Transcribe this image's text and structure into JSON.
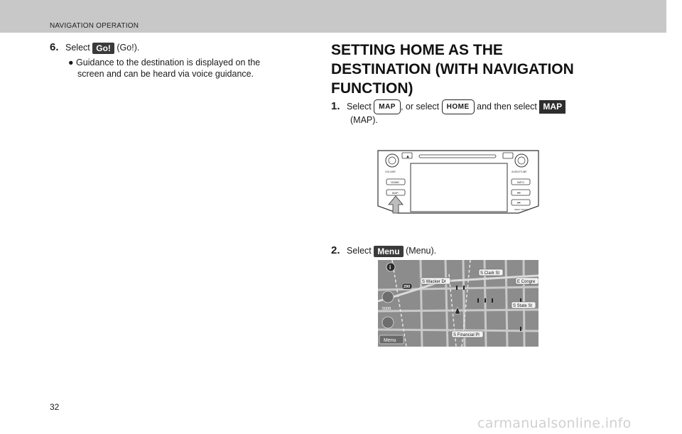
{
  "header": {
    "section": "NAVIGATION OPERATION"
  },
  "left": {
    "step6": {
      "number": "6.",
      "prefix": "Select",
      "button": "Go!",
      "suffix": "(Go!)."
    },
    "bullet": {
      "marker": "●",
      "line1": "Guidance to the destination is displayed on the",
      "line2": "screen and can be heard via voice guidance."
    }
  },
  "right": {
    "title_lines": [
      "SETTING HOME AS THE",
      "DESTINATION (WITH NAVIGATION",
      "FUNCTION)"
    ],
    "step1": {
      "number": "1.",
      "part1": "Select",
      "button_map": "MAP",
      "part2": ", or select",
      "button_home": "HOME",
      "part3": "and then select",
      "button_map_fill": "MAP",
      "line2": "(MAP)."
    },
    "step2": {
      "number": "2.",
      "prefix": "Select",
      "button": "Menu",
      "suffix": "(Menu)."
    }
  },
  "head_unit": {
    "volume_label": "VOLUME",
    "audio_label": "AUDIO/TUNE",
    "home_button": "HOME",
    "map_button": "MAP",
    "info_button": "INFO",
    "seek_label": "SEEK TRACK"
  },
  "map_screen": {
    "streets": [
      "S Clark St",
      "S Wacker Dr",
      "E Congre",
      "S State St",
      "S Financial Pl"
    ],
    "route_shield": "290",
    "scale": "500ft",
    "menu_button": "Menu",
    "info_icon": "i"
  },
  "footer": {
    "page_number": "32",
    "watermark": "carmanualsonline.info"
  }
}
